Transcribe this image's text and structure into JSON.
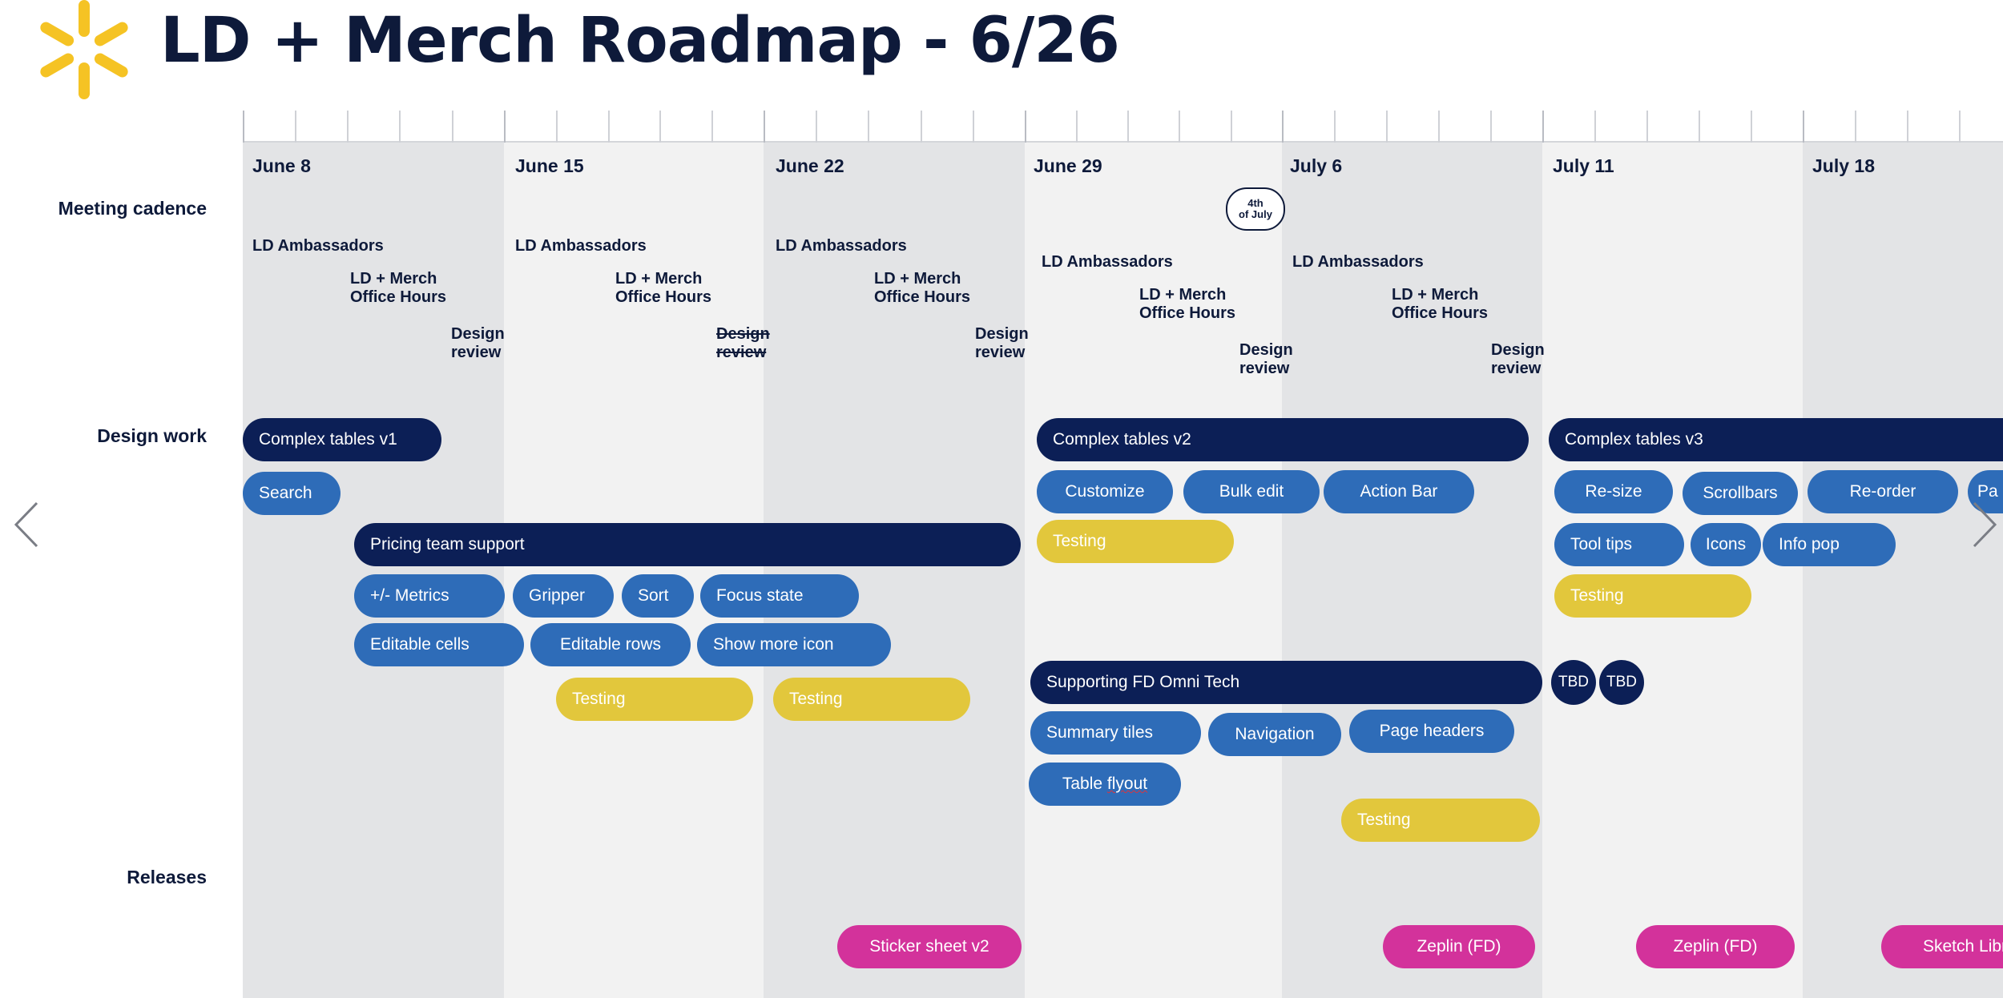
{
  "title": "LD + Merch Roadmap - 6/26",
  "colors": {
    "navy": "#0c1f56",
    "blue": "#2e6cb8",
    "yellow": "#e2c73c",
    "pink": "#d3329b",
    "spark": "#f5c324",
    "title_text": "#0e1a3a"
  },
  "icons": {
    "logo": "spark-logo-icon",
    "prev": "chevron-left-icon",
    "next": "chevron-right-icon"
  },
  "weeks": [
    "June 8",
    "June 15",
    "June 22",
    "June 29",
    "July 6",
    "July 11",
    "July 18"
  ],
  "row_labels": {
    "meeting": "Meeting cadence",
    "design": "Design work",
    "releases": "Releases"
  },
  "holiday": "4th\nof July",
  "meetings": {
    "ambassadors": "LD Ambassadors",
    "office_hours": "LD + Merch\nOffice Hours",
    "design_review": "Design\nreview"
  },
  "design": {
    "complex_v1": "Complex tables v1",
    "search": "Search",
    "pricing": "Pricing team support",
    "metrics": "+/- Metrics",
    "gripper": "Gripper",
    "sort": "Sort",
    "focus": "Focus state",
    "editable_cells": "Editable cells",
    "editable_rows": "Editable rows",
    "show_more": "Show more icon",
    "testing": "Testing",
    "complex_v2": "Complex tables v2",
    "customize": "Customize",
    "bulk_edit": "Bulk edit",
    "action_bar": "Action Bar",
    "supporting": "Supporting FD Omni Tech",
    "summary_tiles": "Summary tiles",
    "navigation": "Navigation",
    "page_headers": "Page headers",
    "table_flyout_1": "Table ",
    "table_flyout_2": "flyout",
    "complex_v3": "Complex tables v3",
    "resize": "Re-size",
    "scrollbars": "Scrollbars",
    "reorder": "Re-order",
    "pa": "Pa",
    "tooltips": "Tool tips",
    "icons": "Icons",
    "info_pop": "Info pop",
    "tbd": "TBD"
  },
  "releases": {
    "sticker": "Sticker sheet v2",
    "zeplin": "Zeplin (FD)",
    "sketch": "Sketch Libr"
  }
}
